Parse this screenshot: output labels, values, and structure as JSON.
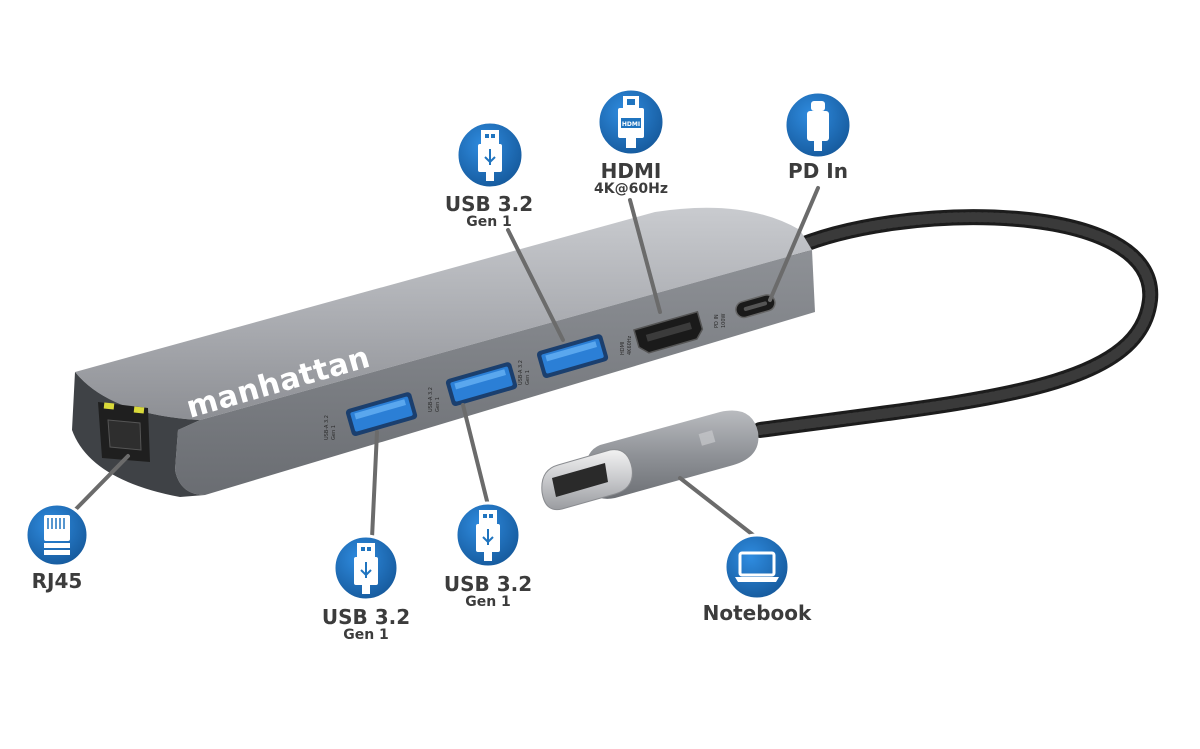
{
  "colors": {
    "icon_blue": "#1f74bf",
    "icon_ring": "#ffffff",
    "label_text": "#3c3c3c",
    "callout_line": "#6b6b6b",
    "hub_body": "#a6a8ad",
    "usb_blue": "#2b7fd6",
    "cable_black": "#1c1c1c"
  },
  "brand": "manhattan",
  "callouts": [
    {
      "id": "usb-top",
      "icon": "usb-a-plug-icon",
      "title": "USB 3.2",
      "subtitle": "Gen 1"
    },
    {
      "id": "hdmi",
      "icon": "hdmi-plug-icon",
      "title": "HDMI",
      "subtitle": "4K@60Hz"
    },
    {
      "id": "pd-in",
      "icon": "usb-c-plug-icon",
      "title": "PD In",
      "subtitle": ""
    },
    {
      "id": "rj45",
      "icon": "rj45-plug-icon",
      "title": "RJ45",
      "subtitle": ""
    },
    {
      "id": "usb-left",
      "icon": "usb-a-plug-icon",
      "title": "USB 3.2",
      "subtitle": "Gen 1"
    },
    {
      "id": "usb-mid",
      "icon": "usb-a-plug-icon",
      "title": "USB 3.2",
      "subtitle": "Gen 1"
    },
    {
      "id": "notebook",
      "icon": "laptop-icon",
      "title": "Notebook",
      "subtitle": ""
    }
  ],
  "port_labels": {
    "usb_a_1": "USB-A 3.2",
    "usb_a_gen": "Gen 1",
    "hdmi_1": "HDMI",
    "hdmi_2": "4K60Hz",
    "pd_1": "PD IN",
    "pd_2": "100W"
  }
}
